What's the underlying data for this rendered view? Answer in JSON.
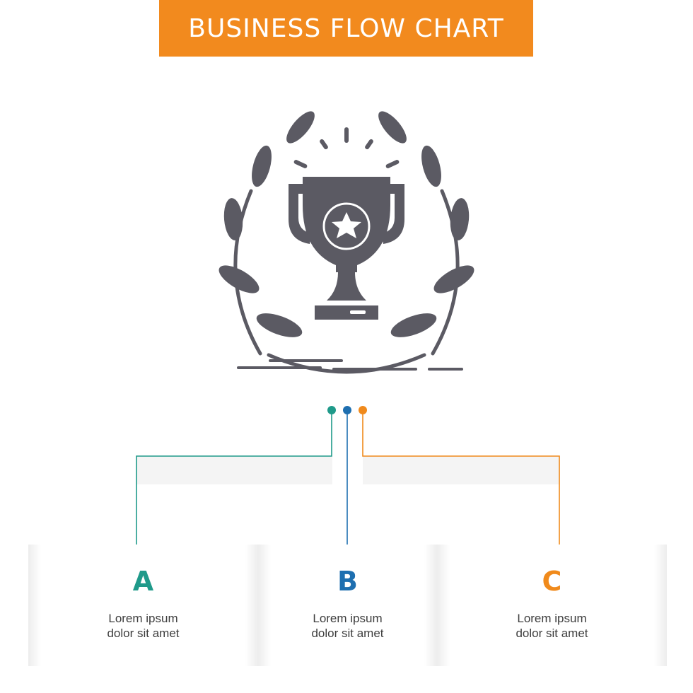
{
  "title": "BUSINESS FLOW CHART",
  "icon": "trophy-laurel-icon",
  "colors": {
    "banner": "#F28A1E",
    "icon": "#5b5a63",
    "a": "#1f9a8a",
    "b": "#1e6fb0",
    "c": "#f08a1c"
  },
  "steps": [
    {
      "letter": "A",
      "line1": "Lorem ipsum",
      "line2": "dolor sit amet"
    },
    {
      "letter": "B",
      "line1": "Lorem ipsum",
      "line2": "dolor sit amet"
    },
    {
      "letter": "C",
      "line1": "Lorem ipsum",
      "line2": "dolor sit amet"
    }
  ]
}
